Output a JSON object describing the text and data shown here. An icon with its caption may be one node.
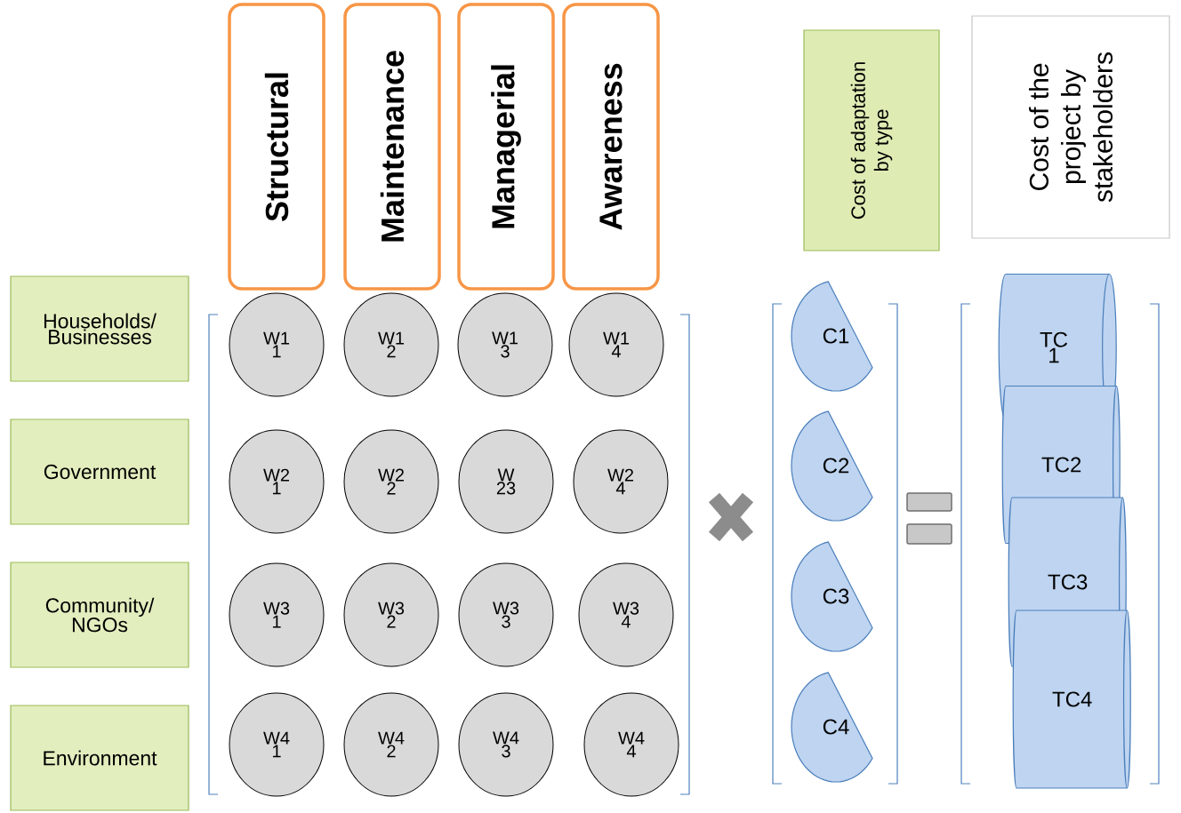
{
  "diagram": {
    "nodes": [
      {
        "text": [
          "Structural"
        ]
      },
      {
        "text": [
          "Maintenance"
        ]
      },
      {
        "text": [
          "Managerial"
        ]
      },
      {
        "text": [
          "Awareness"
        ]
      },
      {
        "text": [
          "Cost of adaptation by type"
        ]
      },
      {
        "text": [
          "Cost of the project by stakeholders"
        ]
      },
      {
        "text": [
          "Households/ Businesses"
        ]
      },
      {
        "text": [
          "Government"
        ]
      },
      {
        "text": [
          "Community/ NGOs"
        ]
      },
      {
        "text": [
          "Environment"
        ]
      },
      {
        "text": [
          "W1 1"
        ]
      },
      {
        "text": [
          "W1 2"
        ]
      },
      {
        "text": [
          "W1 3"
        ]
      },
      {
        "text": [
          "W1 4"
        ]
      },
      {
        "text": [
          "W2 1"
        ]
      },
      {
        "text": [
          "W2 2"
        ]
      },
      {
        "text": [
          "W 23"
        ]
      },
      {
        "text": [
          "W2 4"
        ]
      },
      {
        "text": [
          "W3 1"
        ]
      },
      {
        "text": [
          "W3 2"
        ]
      },
      {
        "text": [
          "W3 3"
        ]
      },
      {
        "text": [
          "W3 4"
        ]
      },
      {
        "text": [
          "W4 1"
        ]
      },
      {
        "text": [
          "W4 2"
        ]
      },
      {
        "text": [
          "W4 3"
        ]
      },
      {
        "text": [
          "W4 4"
        ]
      },
      {
        "text": [
          "C1"
        ]
      },
      {
        "text": [
          "C2"
        ]
      },
      {
        "text": [
          "C3"
        ]
      },
      {
        "text": [
          "C4"
        ]
      },
      {
        "text": [
          "TC 1"
        ]
      },
      {
        "text": [
          "TC2"
        ]
      },
      {
        "text": [
          "TC3"
        ]
      },
      {
        "text": [
          "TC4"
        ]
      }
    ]
  }
}
